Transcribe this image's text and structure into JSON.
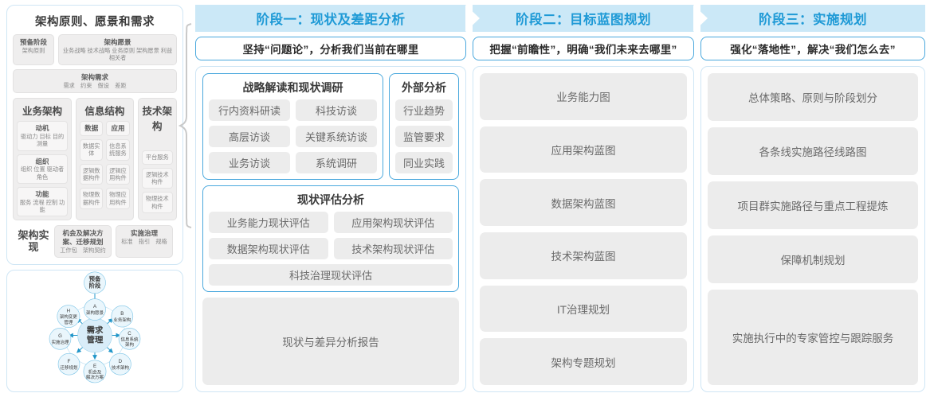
{
  "togaf": {
    "title": "架构原则、愿景和需求",
    "prep": {
      "head": "预备阶段",
      "sub": "架构原则"
    },
    "vision": {
      "head": "架构愿景",
      "sub": "业务战略 技术战略 业务原则 架构愿景 利益相关者"
    },
    "requirements": {
      "head": "架构需求",
      "sub": "需求　约束　假设　差距"
    },
    "business": {
      "title": "业务架构",
      "items": [
        {
          "head": "动机",
          "sub": "驱动力 目标 目的 测量"
        },
        {
          "head": "组织",
          "sub": "组织 位置 驱动者 角色"
        },
        {
          "head": "功能",
          "sub": "服务 流程 控制 功能"
        }
      ]
    },
    "information": {
      "title": "信息结构",
      "data_col": [
        {
          "head": "数据",
          "sub": ""
        },
        {
          "head": "",
          "sub": "数据实体"
        },
        {
          "head": "",
          "sub": "逻辑数据构件"
        },
        {
          "head": "",
          "sub": "物理数据构件"
        }
      ],
      "app_col": [
        {
          "head": "应用",
          "sub": ""
        },
        {
          "head": "",
          "sub": "信息系统服务"
        },
        {
          "head": "",
          "sub": "逻辑应用构件"
        },
        {
          "head": "",
          "sub": "物理应用构件"
        }
      ]
    },
    "technology": {
      "title": "技术架构",
      "items": [
        "平台服务",
        "逻辑技术构件",
        "物理技术构件"
      ]
    },
    "implementation": {
      "label": "架构实现",
      "boxes": [
        {
          "head": "机会及解决方案、迁移规划",
          "sub": "工作包　架构契约"
        },
        {
          "head": "实施治理",
          "sub": "标准　指引　规格"
        }
      ]
    }
  },
  "adm": {
    "center": "需求管理",
    "top": "预备阶段",
    "nodes": [
      {
        "key": "A",
        "label": "架构愿景"
      },
      {
        "key": "B",
        "label": "业务架构"
      },
      {
        "key": "C",
        "label": "信息系统架构"
      },
      {
        "key": "D",
        "label": "技术架构"
      },
      {
        "key": "E",
        "label": "机会及解决方案"
      },
      {
        "key": "F",
        "label": "迁移规划"
      },
      {
        "key": "G",
        "label": "实施治理"
      },
      {
        "key": "H",
        "label": "架构变更管理"
      }
    ]
  },
  "phases": [
    {
      "banner": "阶段一：现状及差距分析",
      "subtitle": "坚持“问题论”，分析我们当前在哪里",
      "group_a": {
        "title": "战略解读和现状调研",
        "rows": [
          [
            "行内资料研读",
            "科技访谈"
          ],
          [
            "高层访谈",
            "关键系统访谈"
          ],
          [
            "业务访谈",
            "系统调研"
          ]
        ]
      },
      "group_b": {
        "title": "外部分析",
        "items": [
          "行业趋势",
          "监管要求",
          "同业实践"
        ]
      },
      "group_c": {
        "title": "现状评估分析",
        "rows": [
          [
            "业务能力现状评估",
            "应用架构现状评估"
          ],
          [
            "数据架构现状评估",
            "技术架构现状评估"
          ],
          [
            "科技治理现状评估"
          ]
        ]
      },
      "report": "现状与差异分析报告"
    },
    {
      "banner": "阶段二：目标蓝图规划",
      "subtitle": "把握“前瞻性”，明确“我们未来去哪里”",
      "items": [
        "业务能力图",
        "应用架构蓝图",
        "数据架构蓝图",
        "技术架构蓝图",
        "IT治理规划",
        "架构专题规划"
      ]
    },
    {
      "banner": "阶段三：实施规划",
      "subtitle": "强化“落地性”，解决“我们怎么去”",
      "items": [
        "总体策略、原则与阶段划分",
        "各条线实施路径线路图",
        "项目群实施路径与重点工程提炼",
        "保障机制规划",
        "实施执行中的专家管控与跟踪服务"
      ]
    }
  ],
  "colors": {
    "banner_bg": "#cbe8f7",
    "banner_text": "#1f9ad6",
    "border_blue": "#4aa8dd",
    "panel_border": "#cfe6f5",
    "chip_bg": "#ececec",
    "chip_text": "#6a6a6a"
  }
}
